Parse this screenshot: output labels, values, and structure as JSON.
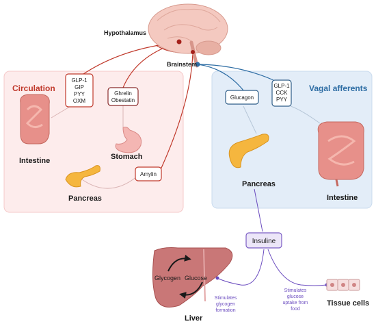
{
  "labels": {
    "hypothalamus": "Hypothalamus",
    "brainstem": "Brainstem",
    "circulation": "Circulation",
    "vagal_afferents": "Vagal afferents",
    "intestine_left": "Intestine",
    "stomach": "Stomach",
    "pancreas_left": "Pancreas",
    "pancreas_right": "Pancreas",
    "intestine_right": "Intestine",
    "insuline": "Insuline",
    "liver": "Liver",
    "glycogen": "Glycogen",
    "glucose": "Glucose",
    "tissue_cells": "Tissue cells"
  },
  "boxes": {
    "circulation_gut": [
      "GLP-1",
      "GIP",
      "PYY",
      "OXM"
    ],
    "stomach_hormones": [
      "Ghrelin",
      "Obestatin"
    ],
    "amylin": "Amylin",
    "glucagon": "Glucagon",
    "vagal_hormones": [
      "GLP-1",
      "CCK",
      "PYY"
    ]
  },
  "annotations": {
    "glycogen_formation": [
      "Stimulates",
      "glycogen",
      "formation"
    ],
    "glucose_uptake": [
      "Stimulates",
      "glucose",
      "uptake from",
      "food"
    ]
  },
  "colors": {
    "circulation_panel": "#fdecec",
    "vagal_panel": "#e3edf8",
    "circulation_title": "#c0392b",
    "vagal_title": "#2e6da4",
    "red_pathway": "#c0392b",
    "blue_pathway": "#2e6da4",
    "insulin_pathway": "#6a4bbf"
  }
}
